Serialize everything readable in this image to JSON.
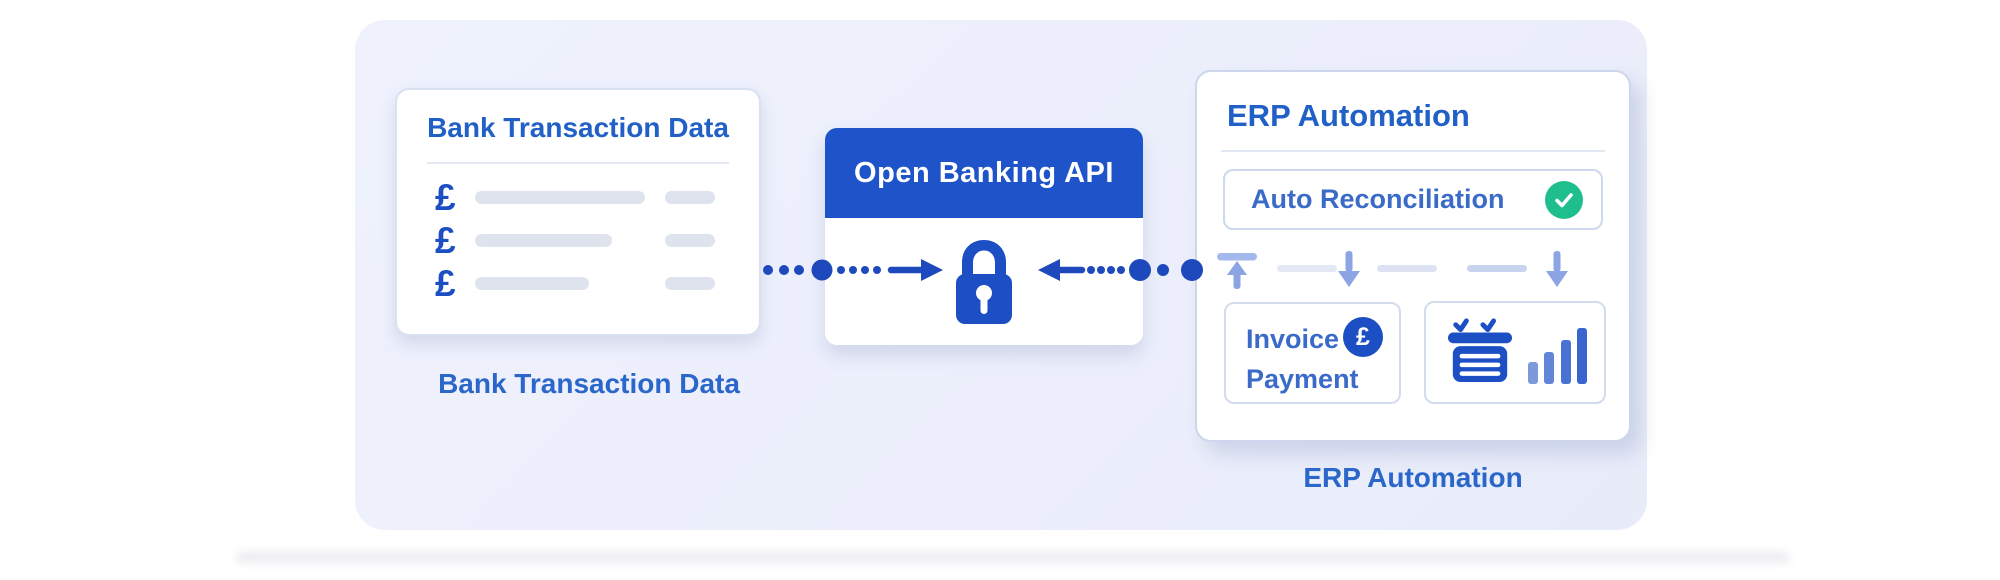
{
  "colors": {
    "royal_blue": "#1F53C9",
    "deep_blue": "#1C4EC4",
    "title_blue": "#2160C6",
    "mid_blue": "#3A6BC8",
    "caption_blue": "#2B67CA",
    "green": "#1FBF8D",
    "pill_gray": "#DEE3EE",
    "periwinkle": "#8AA4E4",
    "dash_gray": "#DDE3F2",
    "panel_bg": "#ECEFFB",
    "card_border": "#D9E0F0"
  },
  "cards": {
    "bank": {
      "title": "Bank Transaction Data",
      "caption": "Bank Transaction Data",
      "rows": [
        {
          "symbol": "£"
        },
        {
          "symbol": "£"
        },
        {
          "symbol": "£"
        }
      ]
    },
    "api": {
      "title": "Open Banking API"
    },
    "erp": {
      "title": "ERP Automation",
      "caption": "ERP Automation",
      "auto_reconciliation": {
        "label": "Auto Reconciliation"
      },
      "invoice_payment": {
        "line1": "Invoice",
        "line2": "Payment",
        "coin_symbol": "£"
      }
    }
  },
  "icons": {
    "lock": "lock-icon",
    "check": "check-circle-icon",
    "pound_coin": "pound-coin-icon",
    "ledger": "ledger-icon",
    "bar_chart": "bar-chart-icon",
    "up_arrow_to_bar": "up-arrow-bar-icon",
    "down_arrow": "down-arrow-icon",
    "dotted_flow": "dotted-arrow-connector"
  }
}
